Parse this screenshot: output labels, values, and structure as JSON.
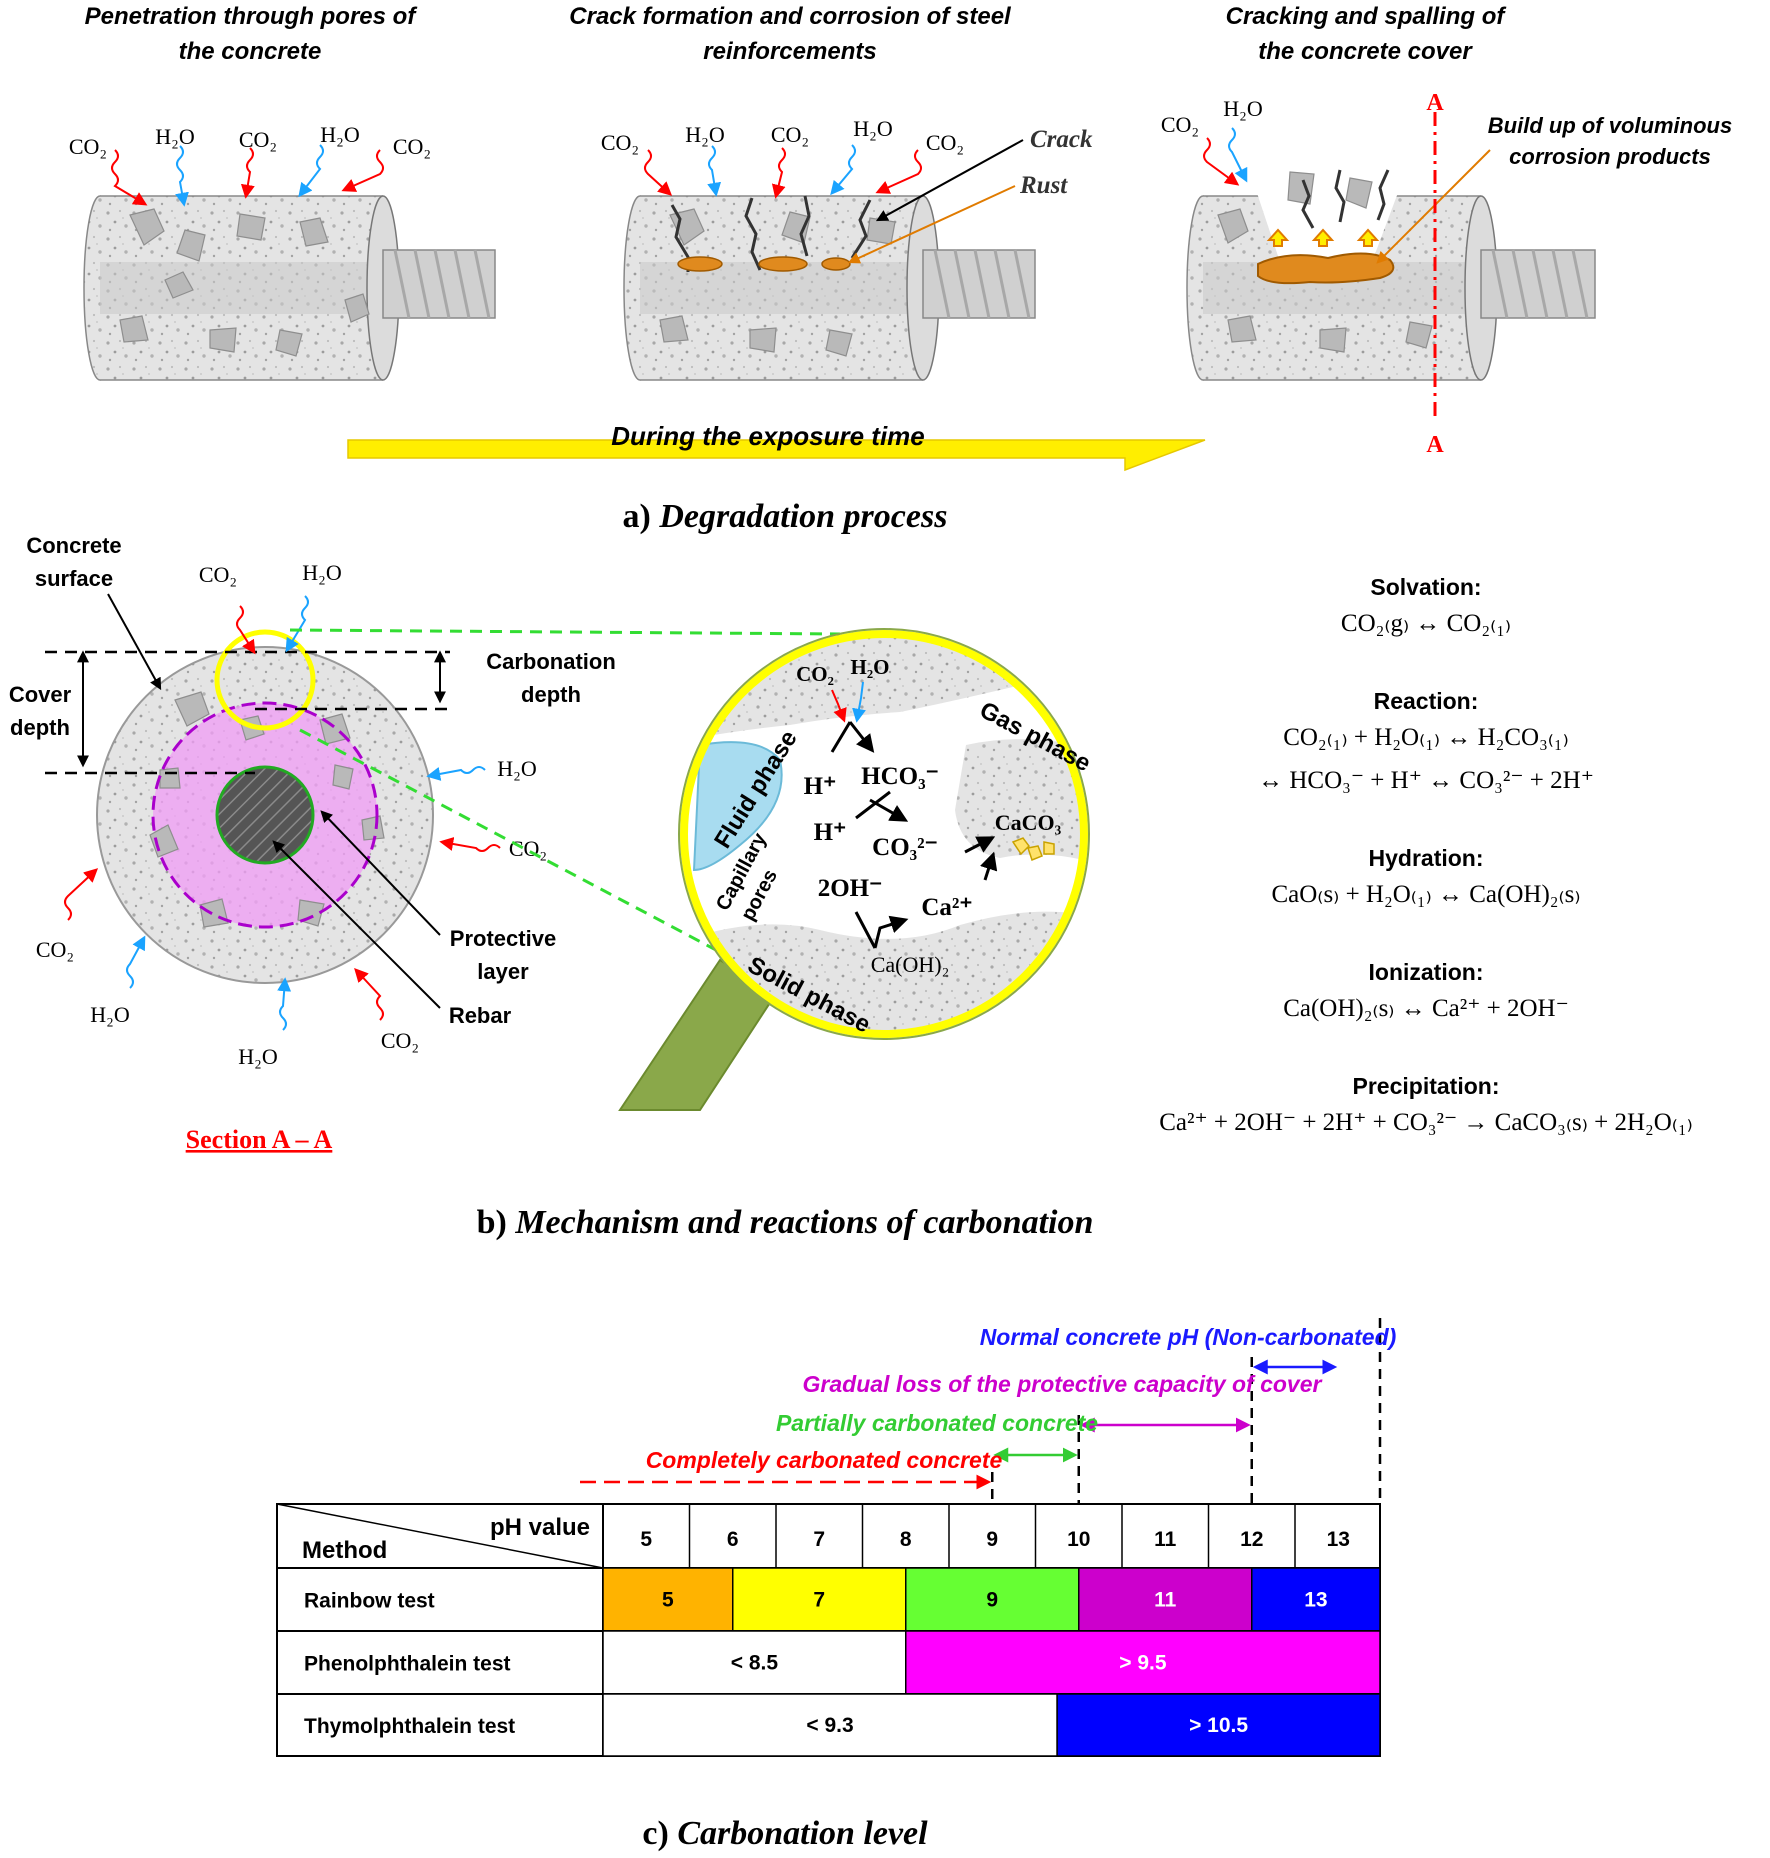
{
  "panel_a": {
    "stage1_title": [
      "Penetration through pores of",
      "the concrete"
    ],
    "stage2_title": [
      "Crack formation and corrosion of steel",
      "reinforcements"
    ],
    "stage3_title": [
      "Cracking and spalling of",
      "the concrete cover"
    ],
    "co2": "CO₂",
    "h2o": "H₂O",
    "crack_label": "Crack",
    "rust_label": "Rust",
    "build_up_label": [
      "Build up of voluminous",
      "corrosion products"
    ],
    "section_marker": "A",
    "time_arrow_label": "During the exposure time",
    "caption_prefix": "a) ",
    "caption_text": "Degradation process"
  },
  "panel_b": {
    "concrete_surface": [
      "Concrete",
      "surface"
    ],
    "cover_depth": [
      "Cover",
      "depth"
    ],
    "carbonation_depth": [
      "Carbonation",
      "depth"
    ],
    "protective_layer": [
      "Protective",
      "layer"
    ],
    "rebar": "Rebar",
    "section_label": "Section A – A",
    "co2": "CO₂",
    "h2o": "H₂O",
    "zoom": {
      "gas_phase": "Gas phase",
      "fluid_phase": "Fluid phase",
      "capillary_pores": [
        "Capillary",
        "pores"
      ],
      "solid_phase": "Solid phase",
      "h_plus": "H⁺",
      "hco3": "HCO₃⁻",
      "co3": "CO₃²⁻",
      "caco3": "CaCO₃",
      "two_oh": "2OH⁻",
      "ca2": "Ca²⁺",
      "caoh2": "Ca(OH)₂"
    },
    "reactions": [
      {
        "name": "Solvation:",
        "lines": [
          "CO₂₍g₎ ↔ CO₂₍₁₎"
        ]
      },
      {
        "name": "Reaction:",
        "lines": [
          "CO₂₍₁₎ + H₂O₍₁₎ ↔ H₂CO₃₍₁₎",
          "↔ HCO₃⁻ + H⁺ ↔ CO₃²⁻ + 2H⁺"
        ]
      },
      {
        "name": "Hydration:",
        "lines": [
          "CaO₍s₎ + H₂O₍₁₎ ↔ Ca(OH)₂₍s₎"
        ]
      },
      {
        "name": "Ionization:",
        "lines": [
          "Ca(OH)₂₍s₎ ↔ Ca²⁺ + 2OH⁻"
        ]
      },
      {
        "name": "Precipitation:",
        "lines": [
          "Ca²⁺ + 2OH⁻ + 2H⁺ + CO₃²⁻ → CaCO₃₍s₎ + 2H₂O₍₁₎"
        ]
      }
    ],
    "caption_prefix": "b) ",
    "caption_text": "Mechanism and reactions of carbonation"
  },
  "panel_c": {
    "ranges": [
      {
        "label": "Normal concrete pH (Non-carbonated)",
        "color": "#1a1aff",
        "from": 12,
        "to": 13
      },
      {
        "label": "Gradual loss of the protective capacity of cover",
        "color": "#cc00cc",
        "from": 10,
        "to": 12
      },
      {
        "label": "Partially carbonated concrete",
        "color": "#33cc33",
        "from": 9,
        "to": 10
      },
      {
        "label": "Completely carbonated concrete",
        "color": "#ff0000",
        "from": null,
        "to": 9
      }
    ],
    "header_ph": "pH value",
    "header_method": "Method",
    "ph_values": [
      "5",
      "6",
      "7",
      "8",
      "9",
      "10",
      "11",
      "12",
      "13"
    ],
    "rows": [
      {
        "method": "Rainbow test",
        "cells": [
          {
            "text": "5",
            "color": "#ffb300",
            "text_color": "#000000"
          },
          {
            "text": "7",
            "color": "#ffff00",
            "text_color": "#000000"
          },
          {
            "text": "9",
            "color": "#66ff33",
            "text_color": "#000000"
          },
          {
            "text": "11",
            "color": "#cc00cc",
            "text_color": "#ffffff"
          },
          {
            "text": "13",
            "color": "#0000ff",
            "text_color": "#ffffff"
          }
        ]
      },
      {
        "method": "Phenolphthalein test",
        "cells": [
          {
            "text": "< 8.5",
            "color": "#ffffff",
            "text_color": "#000000"
          },
          {
            "text": "> 9.5",
            "color": "#ff00ff",
            "text_color": "#ffffff"
          }
        ]
      },
      {
        "method": "Thymolphthalein test",
        "cells": [
          {
            "text": "< 9.3",
            "color": "#ffffff",
            "text_color": "#000000"
          },
          {
            "text": "> 10.5",
            "color": "#0000ff",
            "text_color": "#ffffff"
          }
        ]
      }
    ],
    "caption_prefix": "c) ",
    "caption_text": "Carbonation level"
  }
}
